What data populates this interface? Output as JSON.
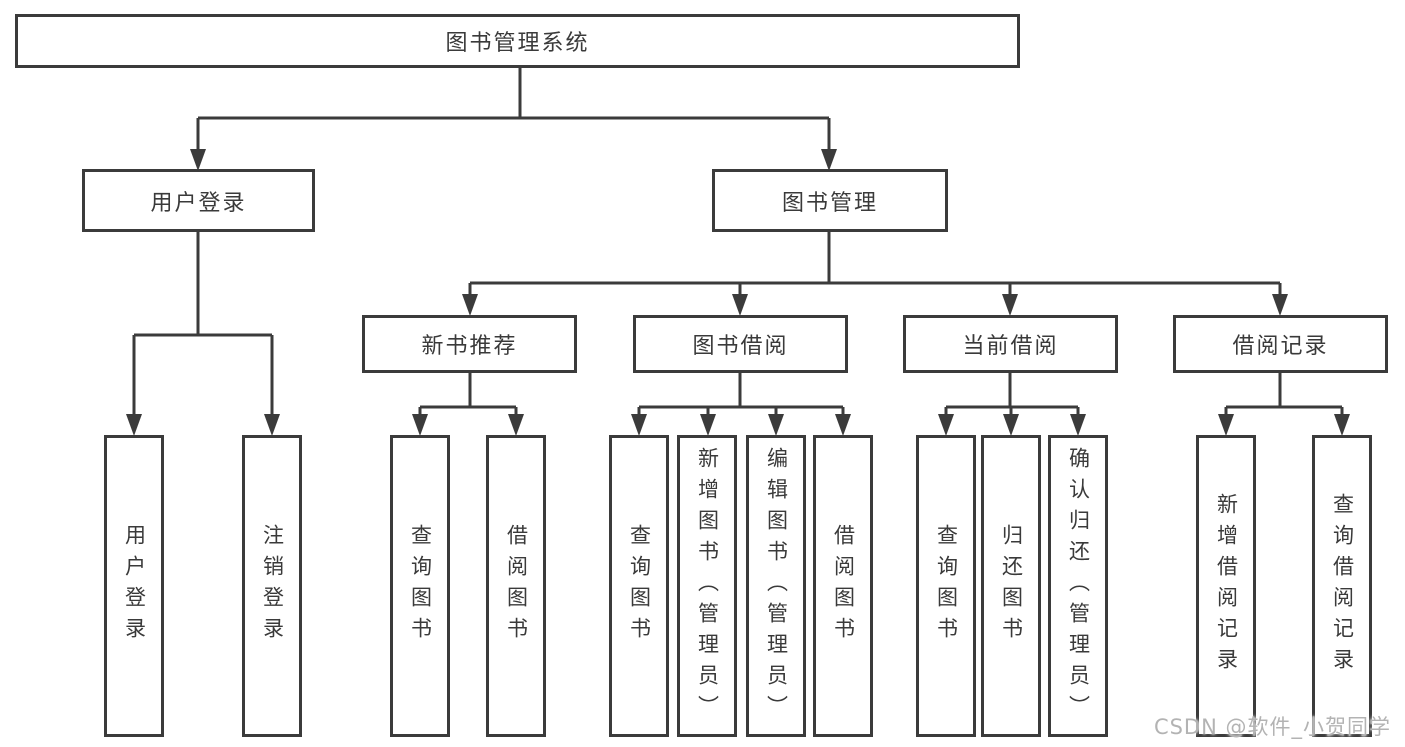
{
  "colors": {
    "line": "#3b3b3b",
    "node_text": "#3a3a3a",
    "background": "#ffffff",
    "watermark_text": "#b3b3b3"
  },
  "watermark": "CSDN @软件_小贺同学",
  "nodes": {
    "root": "图书管理系统",
    "user_login": "用户登录",
    "book_management": "图书管理",
    "new_book_recommend": "新书推荐",
    "book_borrowing": "图书借阅",
    "current_borrowing": "当前借阅",
    "borrowing_records": "借阅记录",
    "leaf_user_login": "用户登录",
    "leaf_logout_login": "注销登录",
    "leaf_rec_query_books": "查询图书",
    "leaf_rec_borrow_books": "借阅图书",
    "leaf_bor_query_books": "查询图书",
    "leaf_bor_add_books_admin": "新增图书（管理员）",
    "leaf_bor_edit_books_admin": "编辑图书（管理员）",
    "leaf_bor_borrow_books": "借阅图书",
    "leaf_cur_query_books": "查询图书",
    "leaf_cur_return_books": "归还图书",
    "leaf_cur_confirm_return_admin": "确认归还（管理员）",
    "leaf_log_add_borrow_record": "新增借阅记录",
    "leaf_log_query_borrow_record": "查询借阅记录"
  }
}
